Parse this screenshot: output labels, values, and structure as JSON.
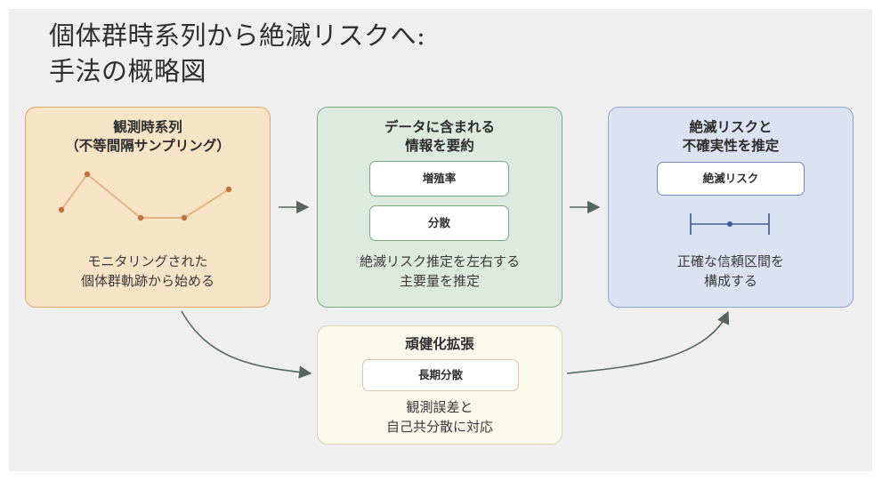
{
  "title": {
    "line1": "個体群時系列から絶滅リスクへ:",
    "line2": "手法の概略図"
  },
  "cards": {
    "observation": {
      "title_line1": "観測時系列",
      "title_line2": "（不等間隔サンプリング）",
      "desc_line1": "モニタリングされた",
      "desc_line2": "個体群軌跡から始める"
    },
    "summary": {
      "title_line1": "データに含まれる",
      "title_line2": "情報を要約",
      "pill1": "増殖率",
      "pill2": "分散",
      "desc_line1": "絶滅リスク推定を左右する",
      "desc_line2": "主要量を推定"
    },
    "risk": {
      "title_line1": "絶滅リスクと",
      "title_line2": "不確実性を推定",
      "pill1": "絶滅リスク",
      "desc_line1": "正確な信頼区間を",
      "desc_line2": "構成する"
    },
    "robust": {
      "title_line1": "頑健化拡張",
      "pill1": "長期分散",
      "desc_line1": "観測誤差と",
      "desc_line2": "自己共分散に対応"
    }
  },
  "colors": {
    "background": "#efefef",
    "observation_fill": "#f7e3c6",
    "observation_border": "#dba766",
    "summary_fill": "#dceadf",
    "summary_border": "#78aa88",
    "risk_fill": "#dbe3f3",
    "risk_border": "#8ea2d3",
    "robust_fill": "#fbf9ec",
    "robust_border": "#dcd3b2",
    "sparkline_line": "#e2b487",
    "sparkline_dot": "#c0713d",
    "arrow": "#56665d",
    "interval": "#3d5c9a"
  }
}
